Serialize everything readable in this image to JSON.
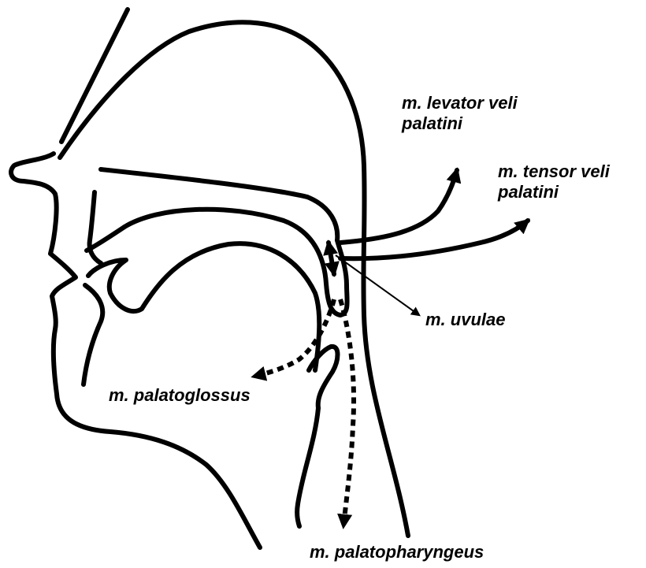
{
  "labels": {
    "levator": {
      "line1": "m. levator  veli",
      "line2": "palatini"
    },
    "tensor": {
      "line1": "m. tensor  veli",
      "line2": "palatini"
    },
    "uvulae": "m. uvulae",
    "palatoglossus": "m. palatoglossus",
    "palatopharyngeus": "m. palatopharyngeus"
  },
  "colors": {
    "stroke": "#000000",
    "background": "#ffffff"
  }
}
